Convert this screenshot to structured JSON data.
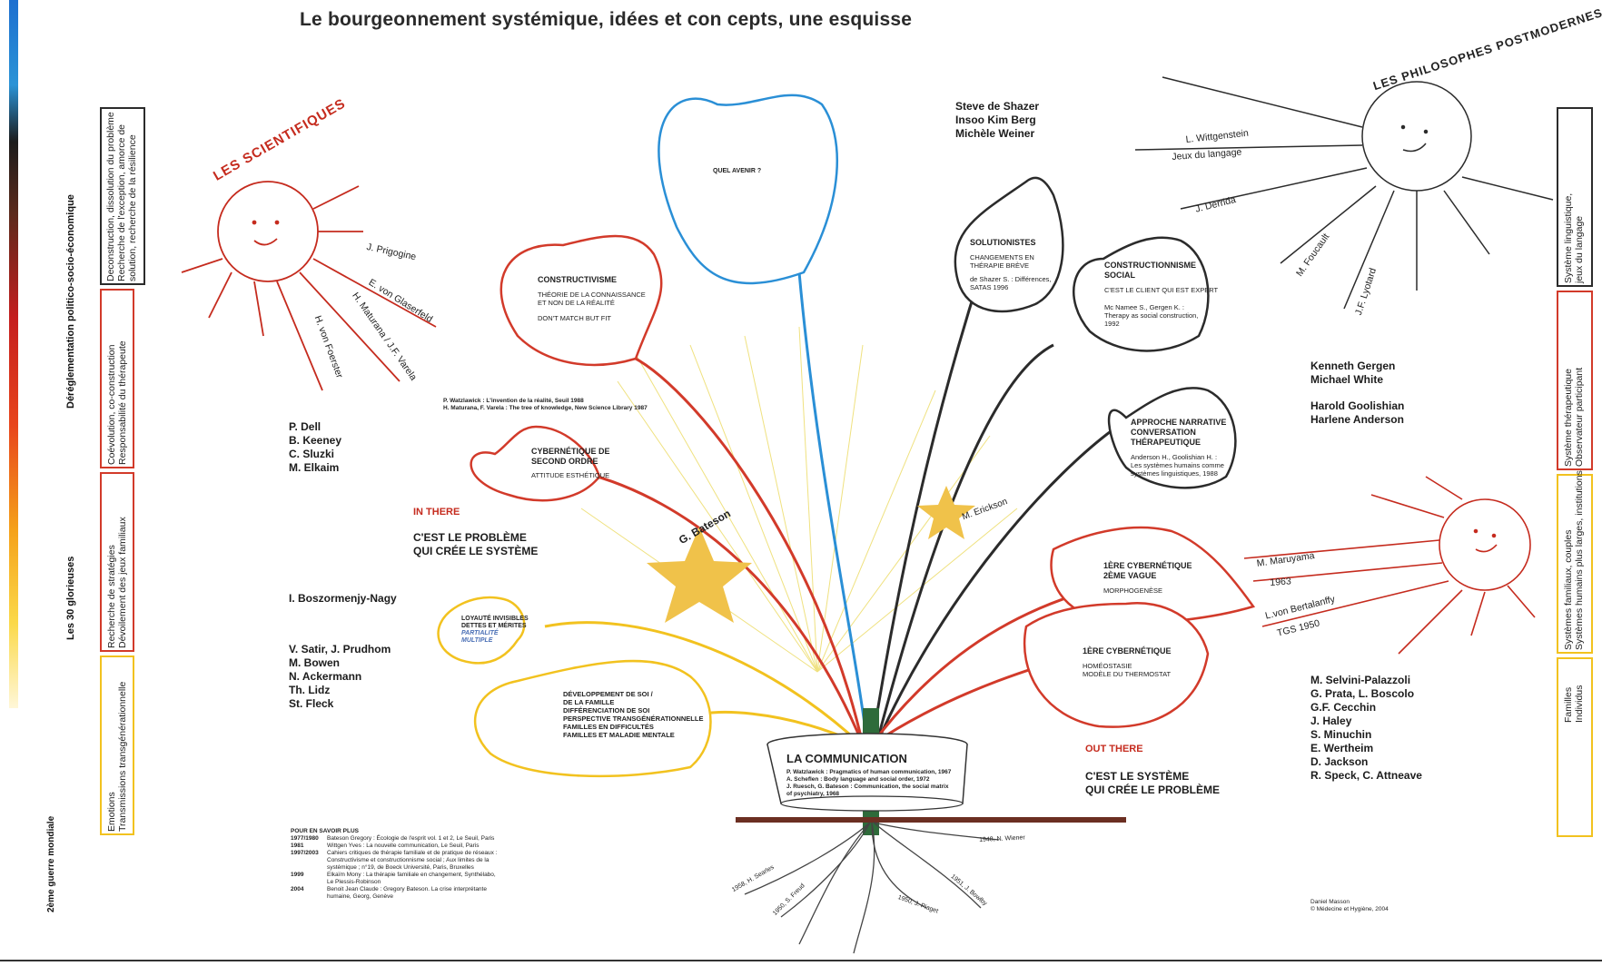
{
  "title": "Le bourgeonnement systémique, idées et con cepts, une esquisse",
  "left_axis": {
    "top_label": "Déréglementation politico-socio-économique",
    "mid_label": "Les 30 glorieuses",
    "bottom_label": "2ème guerre mondiale",
    "bottom_sup": "ème",
    "boxes": [
      {
        "lines": [
          "Deconstruction, dissolution du problème",
          "Recherche de l'exception, amorce de",
          "solution, recherche de la résilience"
        ],
        "color": "#2b2b2b"
      },
      {
        "lines": [
          "Coévolution, co-construction",
          "Responsabilité du thérapeute"
        ],
        "color": "#d23a2a"
      },
      {
        "lines": [
          "Recherche de stratégies",
          "Dévoilement des jeux familiaux"
        ],
        "color": "#d23a2a"
      },
      {
        "lines": [
          "Emotions",
          "Transmissions transgénérationnelle"
        ],
        "color": "#f2c21f"
      }
    ]
  },
  "right_axis": {
    "boxes": [
      {
        "lines": [
          "Système linguistique,",
          "jeux du langage"
        ],
        "color": "#2b2b2b"
      },
      {
        "lines": [
          "Système thérapeutique",
          "Observateur participant"
        ],
        "color": "#d23a2a"
      },
      {
        "lines": [
          "Systèmes familiaux, couples",
          "Systèmes humains plus larges, institutions"
        ],
        "color": "#f2c21f"
      },
      {
        "lines": [
          "Familles",
          "Individus"
        ],
        "color": "#f2c21f"
      }
    ]
  },
  "scientists": {
    "heading": "LES SCIENTIFIQUES",
    "rays": [
      "J. Prigogine",
      "E. von Glaserfeld",
      "H. Maturana / J.F. Varela",
      "H. von Foerster"
    ]
  },
  "philosophers": {
    "heading": "LES PHILOSOPHES POSTMODERNES",
    "rays": [
      "L. Wittgenstein",
      "Jeux du langage",
      "J. Derrida",
      "M. Foucault",
      "J.F. Lyotard"
    ]
  },
  "cybernetics_sun": {
    "rays": [
      "M. Maruyama",
      "1963",
      "L.von Bertalanffy",
      "TGS 1950"
    ]
  },
  "name_groups": {
    "shazer": [
      "Steve de Shazer",
      "Insoo Kim Berg",
      "Michèle Weiner"
    ],
    "dell": [
      "P. Dell",
      "B. Keeney",
      "C. Sluzki",
      "M. Elkaim"
    ],
    "nagy": [
      "I. Boszormenjy-Nagy"
    ],
    "satir": [
      "V. Satir, J. Prudhom",
      "M. Bowen",
      "N. Ackermann",
      "Th. Lidz",
      "St. Fleck"
    ],
    "gergen": [
      "Kenneth Gergen",
      "Michael White"
    ],
    "goolishian": [
      "Harold Goolishian",
      "Harlene Anderson"
    ],
    "selvini": [
      "M. Selvini-Palazzoli",
      "G. Prata, L. Boscolo",
      "G.F. Cecchin",
      "J. Haley",
      "S. Minuchin",
      "E. Wertheim",
      "D. Jackson",
      "R. Speck, C. Attneave"
    ]
  },
  "in_there": {
    "label": "IN THERE",
    "text": [
      "C'EST LE PROBLÈME",
      "QUI CRÉE LE SYSTÈME"
    ]
  },
  "out_there": {
    "label": "OUT THERE",
    "text": [
      "C'EST LE SYSTÈME",
      "QUI CRÉE LE PROBLÈME"
    ]
  },
  "stars": {
    "bateson": "G. Bateson",
    "erickson": "M. Erickson"
  },
  "leaves": {
    "avenir": "QUEL AVENIR ?",
    "constructivisme": {
      "title": "CONSTRUCTIVISME",
      "lines": [
        "THÉORIE DE LA CONNAISSANCE",
        "ET NON DE LA RÉALITÉ",
        "DON'T MATCH BUT FIT"
      ]
    },
    "cyber2": {
      "title": [
        "CYBERNÉTIQUE DE",
        "SECOND ORDRE"
      ],
      "sub": "ATTITUDE ESTHÉTIQUE"
    },
    "loyaute": {
      "lines": [
        "LOYAUTÉ INVISIBLES",
        "DETTES ET MÉRITES",
        "PARTIALITÉ",
        "MULTIPLE"
      ]
    },
    "developpement": {
      "lines": [
        "DÉVELOPPEMENT DE SOI /",
        "DE LA FAMILLE",
        "DIFFÉRENCIATION DE SOI",
        "PERSPECTIVE TRANSGÉNÉRATIONNELLE",
        "FAMILLES EN DIFFICULTÉS",
        "FAMILLES ET MALADIE MENTALE"
      ]
    },
    "solutionistes": {
      "title": "SOLUTIONISTES",
      "lines": [
        "CHANGEMENTS EN",
        "THÉRAPIE BRÈVE"
      ],
      "ref": [
        "de Shazer S. : Différences,",
        "SATAS 1996"
      ]
    },
    "constructionnisme": {
      "title": [
        "CONSTRUCTIONNISME",
        "SOCIAL"
      ],
      "sub": "C'EST LE CLIENT QUI EST EXPERT",
      "ref": [
        "Mc Namee S., Gergen K. :",
        "Therapy as social construction,",
        "1992"
      ]
    },
    "narrative": {
      "title": [
        "APPROCHE NARRATIVE",
        "CONVERSATION",
        "THÉRAPEUTIQUE"
      ],
      "ref": [
        "Anderson H., Goolishian H. :",
        "Les systèmes humains comme",
        "systèmes linguistiques, 1988"
      ]
    },
    "cyber_vague": {
      "title": [
        "1ère CYBERNÉTIQUE",
        "2ème VAGUE"
      ],
      "sub": "MORPHOGENÈSE"
    },
    "cyber1": {
      "title": "1ère CYBERNÉTIQUE",
      "lines": [
        "HOMÉOSTASIE",
        "MODÈLE DU THERMOSTAT"
      ]
    }
  },
  "watzlawick_ref": [
    "P. Watzlawick : L'invention de la réalité, Seuil 1988",
    "H. Maturana, F. Varela : The tree of knowledge, New Science Library 1987"
  ],
  "pot": {
    "label": "LA COMMUNICATION",
    "refs": [
      "P. Watzlawick : Pragmatics of human communication, 1967",
      "A. Scheflen : Body language and social order, 1972",
      "J. Ruesch, G. Bateson : Communication, the social matrix",
      "of psychiatry, 1968"
    ]
  },
  "roots": [
    "1958, H. Searles",
    "1950, S. Freud",
    "1950, J. Piaget",
    "1951, J. Bowlby",
    "1948, N. Wiener"
  ],
  "further_reading": {
    "heading": "POUR EN SAVOIR PLUS",
    "items": [
      {
        "year": "1977/1980",
        "text": "Bateson Gregory : Écologie de l'esprit vol. 1 et 2, Le Seuil, Paris"
      },
      {
        "year": "1981",
        "text": "Wittgen Yves : La nouvelle communication, Le Seuil, Paris"
      },
      {
        "year": "1997/2003",
        "text": "Cahiers critiques de thérapie familiale et de pratique de réseaux : Constructivisme et constructionnisme social ; Aux limites de la systémique ; n°19, de Boeck Université, Paris, Bruxelles"
      },
      {
        "year": "1999",
        "text": "Elkaïm Mony : La thérapie familiale en changement, Synthélabo, Le Plessis-Robinson"
      },
      {
        "year": "2004",
        "text": "Benoit Jean Claude : Gregory Bateson. La crise interprétante humaine, Georg, Genève"
      }
    ]
  },
  "credits": [
    "Daniel Masson",
    "© Médecine et Hygiène, 2004"
  ],
  "colors": {
    "black": "#2b2b2b",
    "red": "#d23a2a",
    "yellow": "#f2c21f",
    "blue": "#2a8fd6",
    "green": "#2e6b3a",
    "star": "#f0c24a",
    "brown": "#6b2f22"
  }
}
